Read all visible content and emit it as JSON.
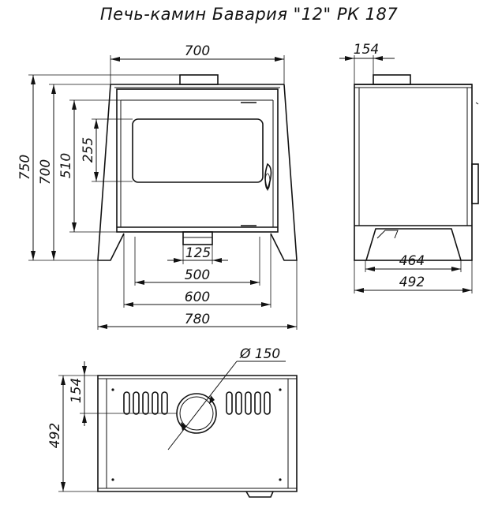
{
  "title": "Печь-камин Бавария \"12\" РК 187",
  "front_view": {
    "width_top": "700",
    "height_total": "750",
    "height_body": "700",
    "height_door": "510",
    "height_glass": "255",
    "flue_width": "125",
    "base_500": "500",
    "base_600": "600",
    "base_780": "780"
  },
  "side_view": {
    "flue_offset": "154",
    "depth_inner": "464",
    "depth_total": "492"
  },
  "top_view": {
    "flue_diameter": "Ø 150",
    "flue_offset": "154",
    "depth": "492"
  }
}
